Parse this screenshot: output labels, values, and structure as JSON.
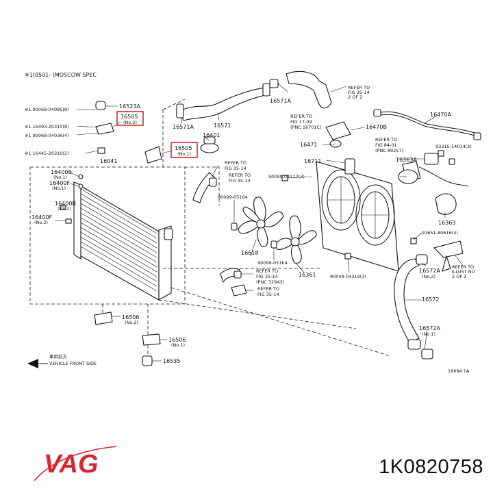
{
  "header": {
    "spec_note": "※1(0501-      )MOSCOW SPEC"
  },
  "brand": {
    "logo_text": "VAG",
    "logo_color": "#d8282f"
  },
  "part_number": "1K0820758",
  "diagram_code": "16694 1A",
  "vehicle_front": "車両前方\nVEHICLE FRONT SIDE",
  "highlight_color": "#d8282f",
  "callouts": {
    "c16523A": "16523A",
    "c16505a": "16505",
    "c16505a_sub": "(No.2)",
    "c16505b": "16505",
    "c16505b_sub": "(No.1)",
    "bolt1": "※1 90068-04085(8)",
    "bolt2": "※1 16493-20310(8)",
    "bolt3": "※1 90068-04036(4)",
    "bolt4": "※1 16445-20310(2)",
    "c16041": "16041",
    "c16400B_a": "16400B",
    "c16400B_a_sub": "(No.1)",
    "c16400F_a": "16400F",
    "c16400F_a_sub": "(No.1)",
    "c16400B_b": "16400B",
    "c16400B_b_sub": "(No.2)",
    "c16400F_b": "16400F",
    "c16400F_b_sub": "(No.2)",
    "c16506a": "16506",
    "c16506a_sub": "(No.2)",
    "c16506b": "16506",
    "c16506b_sub": "(No.1)",
    "c16535": "16535",
    "c16571A_a": "16571A",
    "c16571": "16571",
    "c16571A_b": "16571A",
    "c16401": "16401",
    "refer_35_14a": "REFER TO\nFIG 35-14",
    "refer_35_14b": "REFER TO\nFIG 35-14",
    "refer_35_14c": "REFER TO\nFIG 35-14\n(PNC 32943)",
    "refer_35_14d": "REFER TO\nFIG 35-14",
    "c90099_05164": "90099-05164",
    "c16361": "16361",
    "c16618": "16618",
    "c90099_05164b": "90099-05164",
    "refer_top_right": "REFER TO\nFIG 35-14\n2 OF 2",
    "refer_17_09": "REFER TO\nFIG 17-09\n(PNC 16701C)",
    "c16470B": "16470B",
    "c16470A": "16470A",
    "c16471": "16471",
    "c16711": "16711",
    "c90099_04117": "90099-04117(3)",
    "refer_84_01": "REFER TO\nFIG 84-01\n(PNC 89257)",
    "c93315": "93315-14014(2)",
    "c16363A": "16363A",
    "c16363": "16363",
    "c91651": "91651-80616(4)",
    "c90049_04319": "90049-04319(3)",
    "c16572A_a": "16572A",
    "c16572A_a_sub": "(No.2)",
    "refer_bottom_right": "REFER TO\nILLUST NO\n2 OF 2",
    "c16572": "16572",
    "c16572A_b": "16572A",
    "c16572A_b_sub": "(No.1)"
  }
}
